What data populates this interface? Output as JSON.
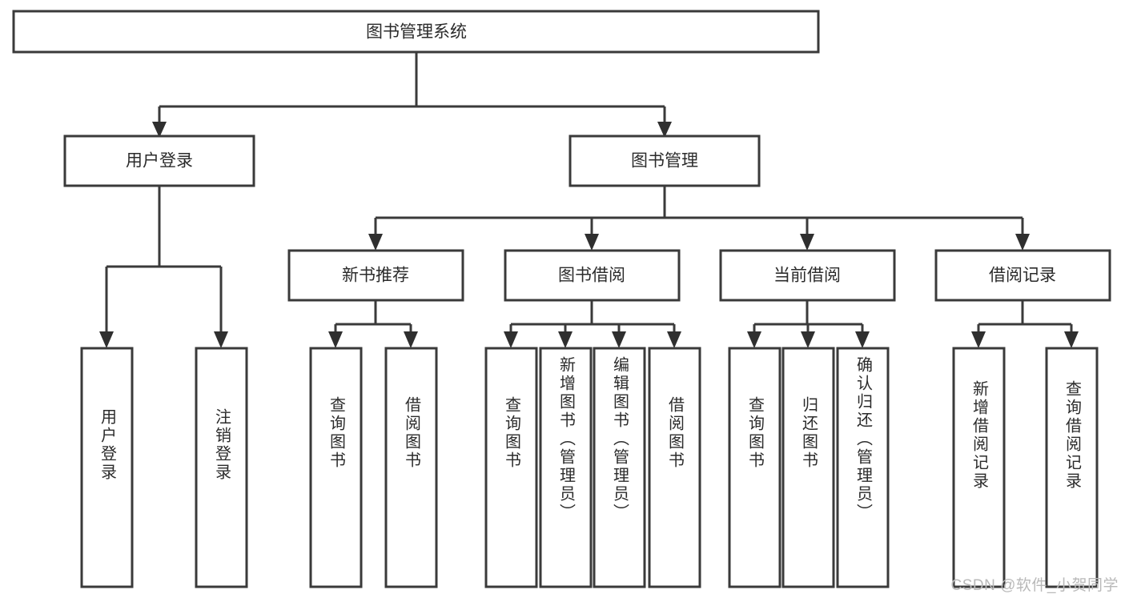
{
  "diagram": {
    "title": "图书管理系统",
    "type": "tree-hierarchy-diagram",
    "watermark": "CSDN @软件_小贺同学",
    "colors": {
      "box_fill": "#ffffff",
      "box_stroke": "#3a3a3a",
      "connector": "#3a3a3a",
      "text": "#2b2b2b",
      "watermark": "#b9b9b9"
    },
    "root": {
      "label": "图书管理系统",
      "orientation": "horizontal"
    },
    "level2": [
      {
        "label": "用户登录",
        "orientation": "horizontal"
      },
      {
        "label": "图书管理",
        "orientation": "horizontal"
      }
    ],
    "level3": [
      {
        "label": "新书推荐",
        "orientation": "horizontal"
      },
      {
        "label": "图书借阅",
        "orientation": "horizontal"
      },
      {
        "label": "当前借阅",
        "orientation": "horizontal"
      },
      {
        "label": "借阅记录",
        "orientation": "horizontal"
      }
    ],
    "leaves": [
      {
        "label": "用户登录",
        "parent": "用户登录",
        "orientation": "vertical"
      },
      {
        "label": "注销登录",
        "parent": "用户登录",
        "orientation": "vertical"
      },
      {
        "label": "查询图书",
        "parent": "新书推荐",
        "orientation": "vertical"
      },
      {
        "label": "借阅图书",
        "parent": "新书推荐",
        "orientation": "vertical"
      },
      {
        "label": "查询图书",
        "parent": "图书借阅",
        "orientation": "vertical"
      },
      {
        "label": "新增图书（管理员）",
        "parent": "图书借阅",
        "orientation": "vertical"
      },
      {
        "label": "编辑图书（管理员）",
        "parent": "图书借阅",
        "orientation": "vertical"
      },
      {
        "label": "借阅图书",
        "parent": "图书借阅",
        "orientation": "vertical"
      },
      {
        "label": "查询图书",
        "parent": "当前借阅",
        "orientation": "vertical"
      },
      {
        "label": "归还图书",
        "parent": "当前借阅",
        "orientation": "vertical"
      },
      {
        "label": "确认归还（管理员）",
        "parent": "当前借阅",
        "orientation": "vertical"
      },
      {
        "label": "新增借阅记录",
        "parent": "借阅记录",
        "orientation": "vertical"
      },
      {
        "label": "查询借阅记录",
        "parent": "借阅记录",
        "orientation": "vertical"
      }
    ]
  }
}
